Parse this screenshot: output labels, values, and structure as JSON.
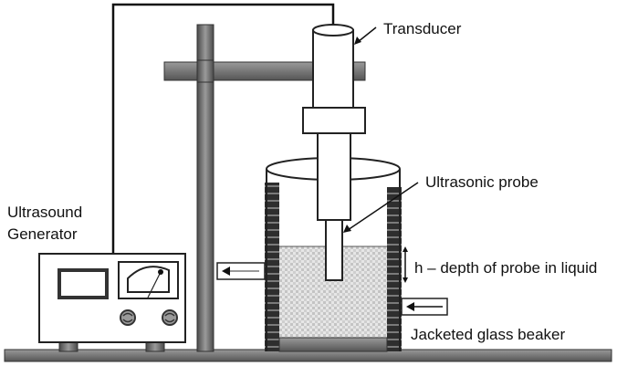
{
  "diagram": {
    "title": "Ultrasonic probe experimental setup",
    "labels": {
      "transducer": "Transducer",
      "ultrasonic_probe": "Ultrasonic probe",
      "generator_line1": "Ultrasound",
      "generator_line2": "Generator",
      "depth": "h – depth of probe in liquid",
      "beaker": "Jacketed glass beaker"
    },
    "components": [
      "ultrasound-generator",
      "retort-stand",
      "transducer",
      "ultrasonic-probe",
      "jacketed-glass-beaker",
      "liquid",
      "coolant-inlet",
      "coolant-outlet",
      "base-plate"
    ],
    "colors": {
      "stroke": "#222222",
      "metal": "#6e6e6e",
      "jacket": "#3a3a3a",
      "liquid": "#d9d9d9"
    }
  }
}
